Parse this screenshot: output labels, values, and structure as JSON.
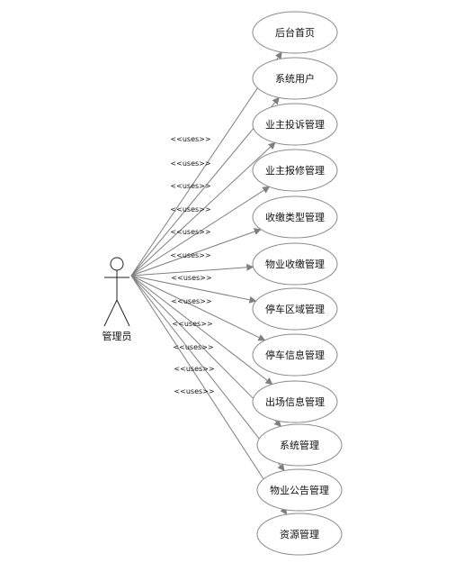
{
  "actor": {
    "label": "管理员"
  },
  "stereotype": "<<uses>>",
  "use_cases": [
    {
      "label": "后台首页"
    },
    {
      "label": "系统用户"
    },
    {
      "label": "业主投诉管理"
    },
    {
      "label": "业主报修管理"
    },
    {
      "label": "收缴类型管理"
    },
    {
      "label": "物业收缴管理"
    },
    {
      "label": "停车区域管理"
    },
    {
      "label": "停车信息管理"
    },
    {
      "label": "出场信息管理"
    },
    {
      "label": "系统管理"
    },
    {
      "label": "物业公告管理"
    },
    {
      "label": "资源管理"
    }
  ]
}
